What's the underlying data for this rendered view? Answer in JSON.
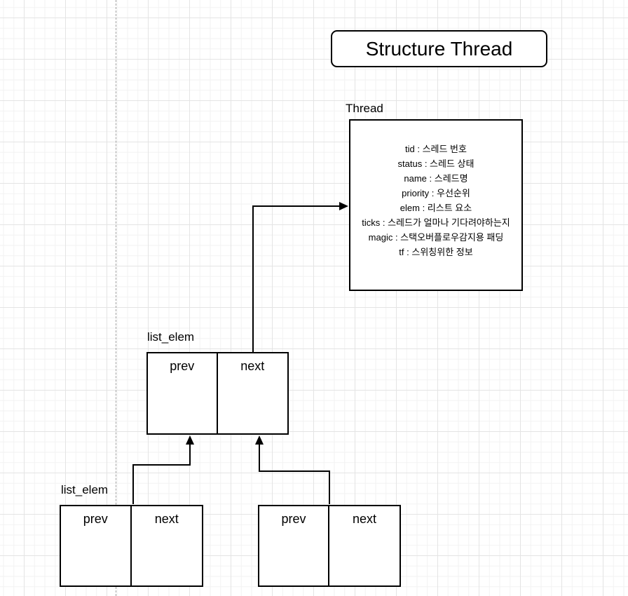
{
  "title_box": {
    "label": "Structure Thread"
  },
  "thread": {
    "label": "Thread",
    "fields": [
      "tid : 스레드 번호",
      "status : 스레드 상태",
      "name : 스레드명",
      "priority : 우선순위",
      "elem : 리스트 요소",
      "ticks : 스레드가 얼마나 기다려야하는지",
      "magic : 스택오버플로우감지용 패딩",
      "tf : 스위칭위한 정보"
    ]
  },
  "list_elem_middle": {
    "label": "list_elem",
    "prev": "prev",
    "next": "next"
  },
  "list_elem_bottom_left": {
    "label": "list_elem",
    "prev": "prev",
    "next": "next"
  },
  "node_bottom_right": {
    "prev": "prev",
    "next": "next"
  },
  "colors": {
    "stroke": "#000000",
    "shape_fill": "#ffffff",
    "grid_minor": "#f2f2f2",
    "grid_major": "#e4e4e4",
    "page_boundary": "#a0a0a0"
  }
}
